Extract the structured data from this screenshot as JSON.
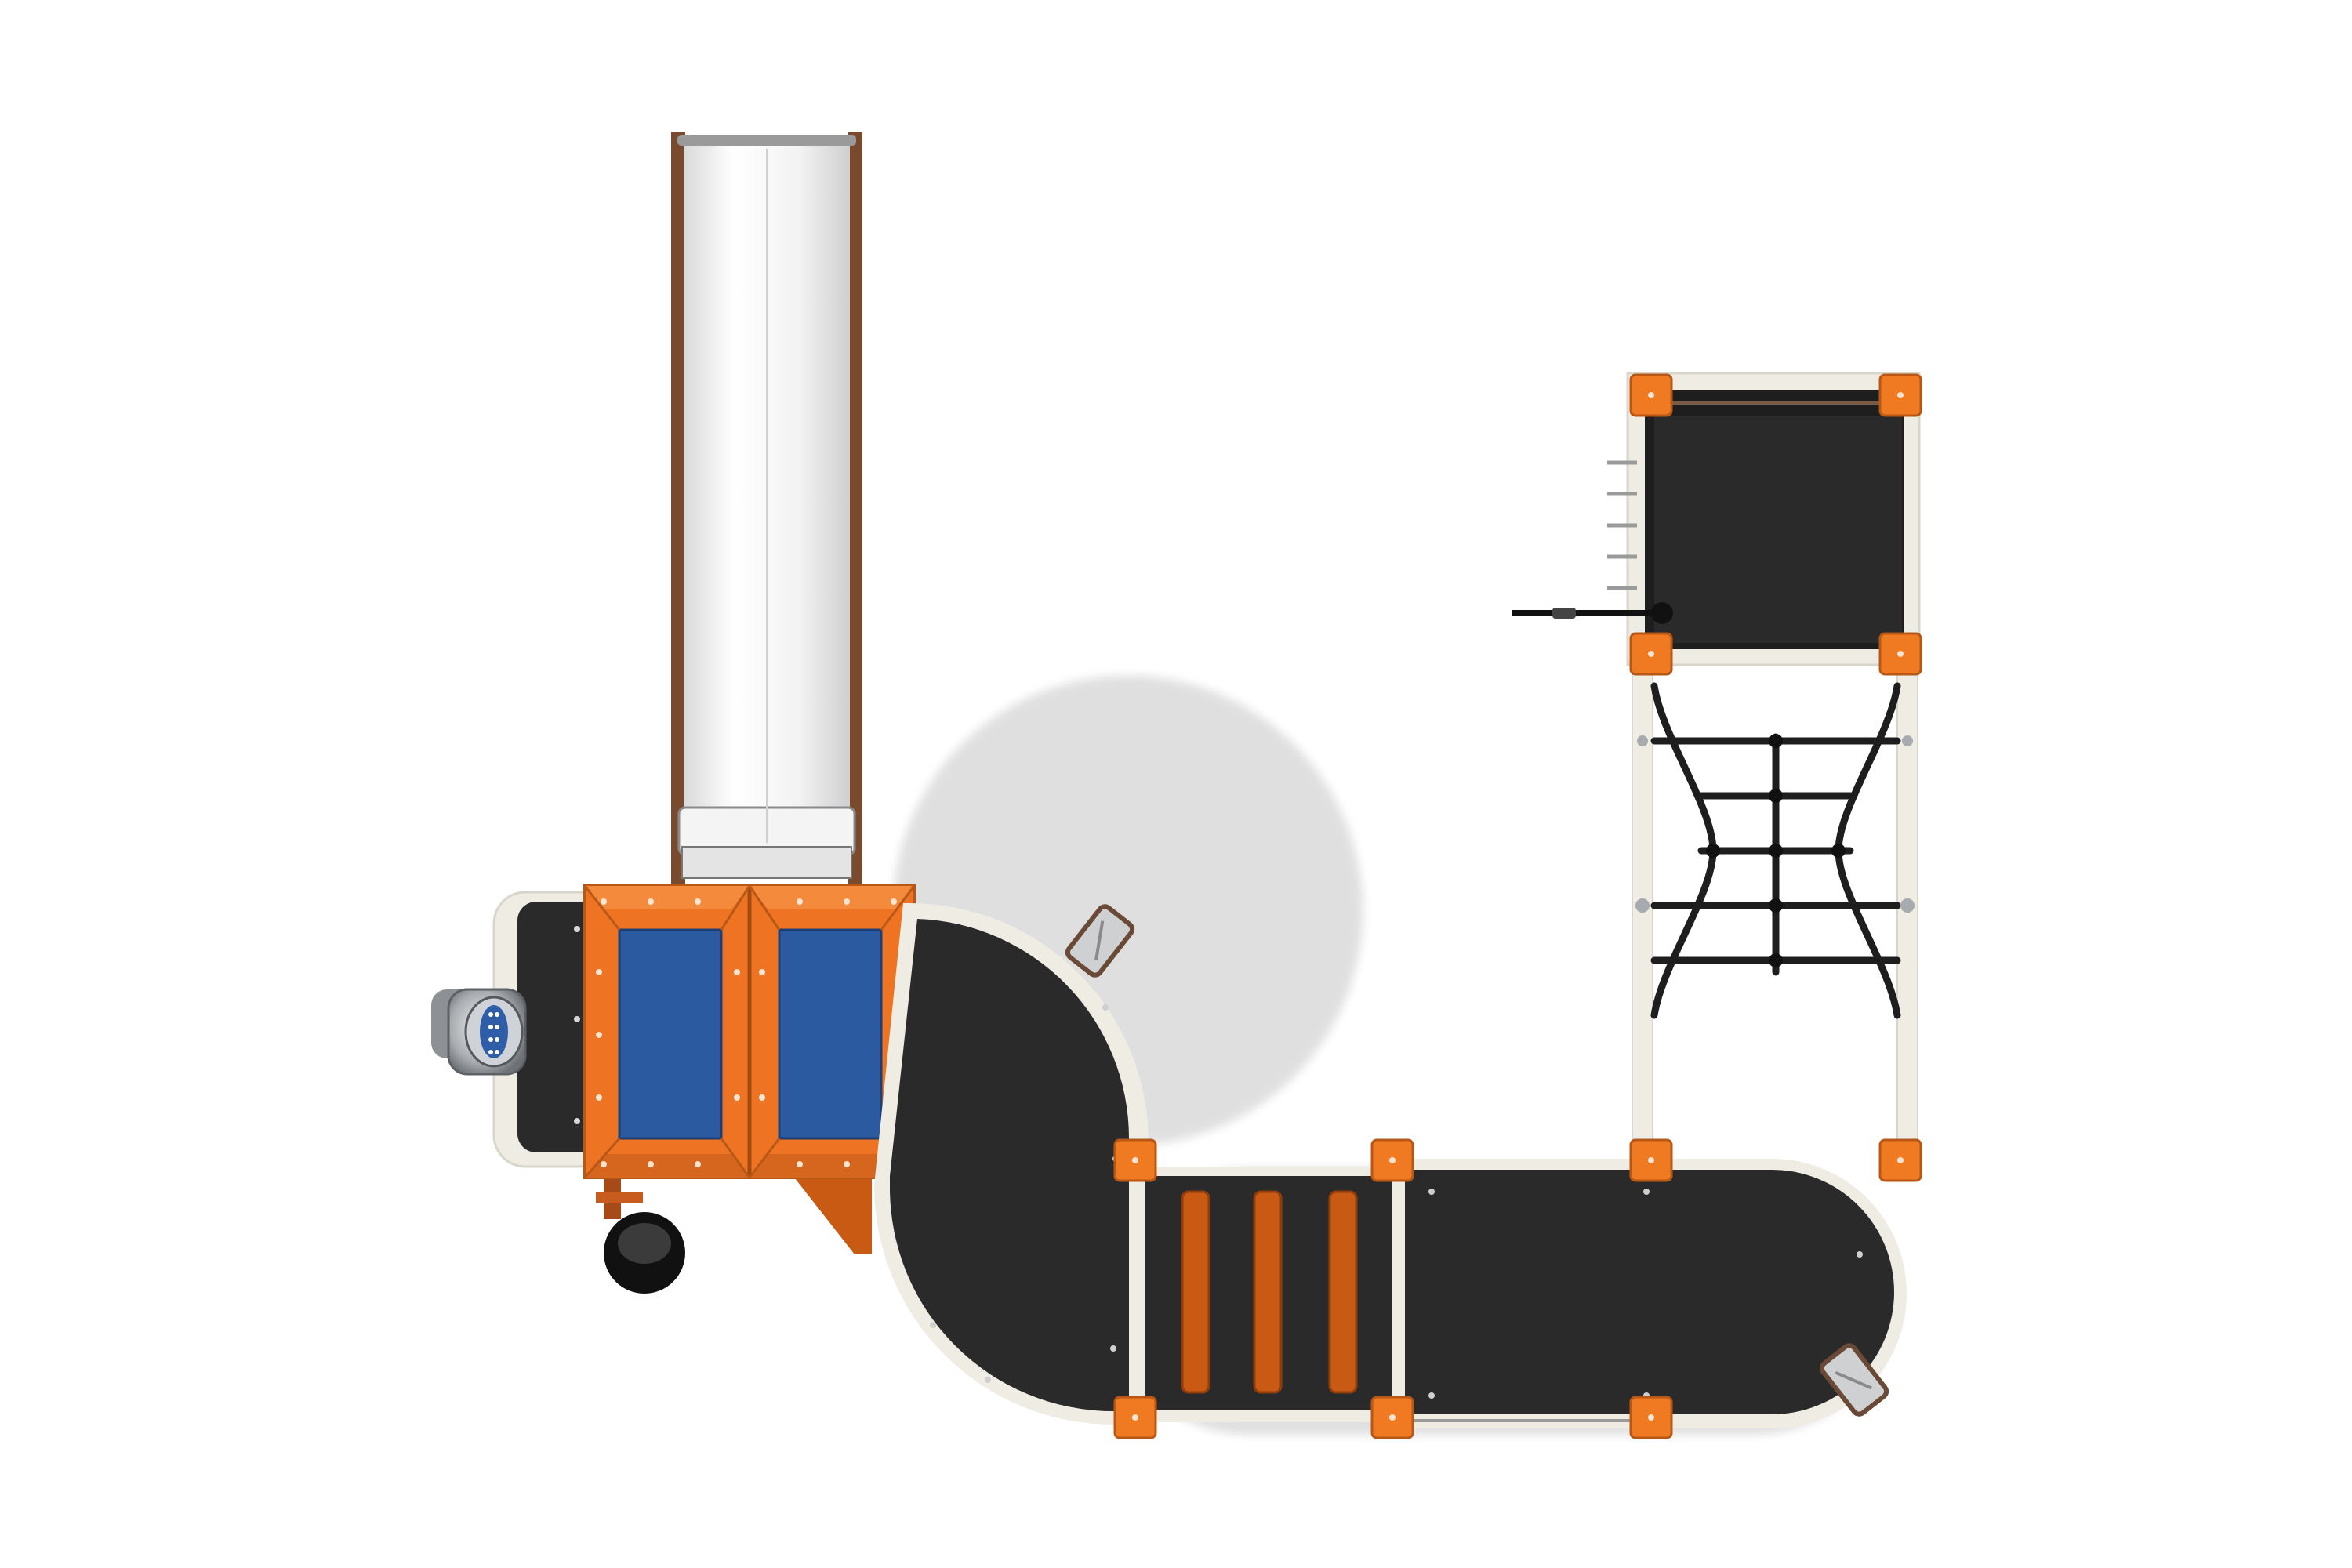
{
  "scene": {
    "background": "#ffffff",
    "colors": {
      "deck": "#2a2a2b",
      "panel_orange": "#ee7424",
      "panel_blue": "#2c5aa0",
      "rim": "#efece3",
      "slide": "#ececec",
      "slide_edge": "#7a4a2f",
      "rope": "#1e1e1e",
      "clamp": "#f07a22",
      "steel": "#b9bcc0"
    },
    "components": [
      "tube-slide",
      "double-roof-tower",
      "side-deck",
      "porthole-viewer",
      "steering-wheel",
      "curved-deck-left",
      "step-bridge",
      "straight-deck",
      "curved-deck-right",
      "net-climber",
      "upper-tower-deck",
      "firemans-pole",
      "rung-ladder",
      "grab-handles"
    ]
  }
}
